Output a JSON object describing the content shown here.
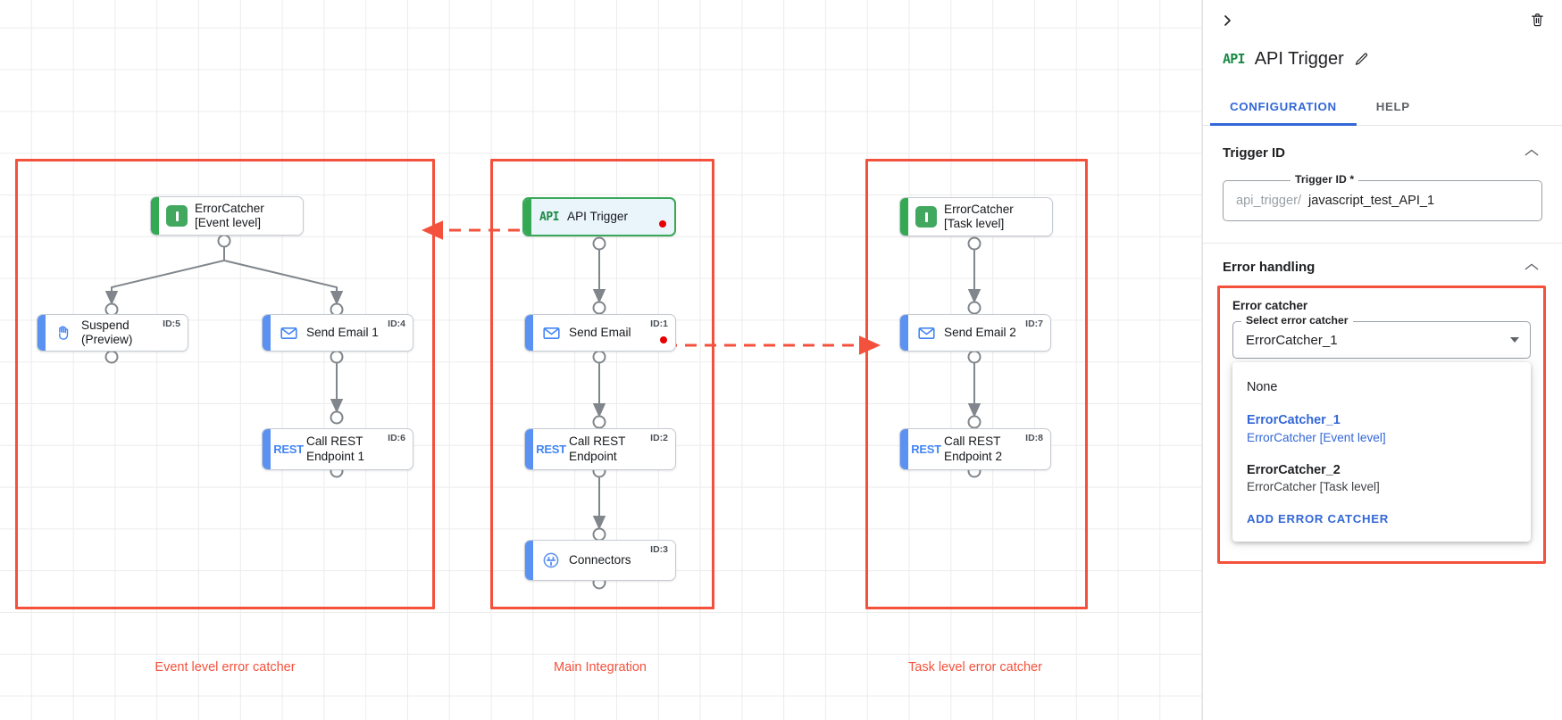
{
  "canvas": {
    "groups": [
      {
        "name": "event-level-group",
        "label": "Event level error catcher"
      },
      {
        "name": "main-integration-group",
        "label": "Main Integration"
      },
      {
        "name": "task-level-group",
        "label": "Task level error catcher"
      }
    ],
    "nodes": [
      {
        "id": "errorcatcher-event",
        "title": "ErrorCatcher\n[Event level]",
        "icon": "error-catcher-icon",
        "kind": "catcher",
        "idtag": "",
        "error": false
      },
      {
        "id": "suspend-preview",
        "title": "Suspend\n(Preview)",
        "icon": "hand-icon",
        "kind": "task",
        "idtag": "ID:5",
        "error": false
      },
      {
        "id": "send-email-1",
        "title": "Send Email 1",
        "icon": "envelope-icon",
        "kind": "task",
        "idtag": "ID:4",
        "error": false
      },
      {
        "id": "call-rest-endpoint-1",
        "title": "Call REST\nEndpoint 1",
        "icon": "rest-icon",
        "kind": "task",
        "idtag": "ID:6",
        "error": false
      },
      {
        "id": "api-trigger",
        "title": "API Trigger",
        "icon": "api-icon",
        "kind": "trigger",
        "idtag": "",
        "error": true
      },
      {
        "id": "send-email",
        "title": "Send Email",
        "icon": "envelope-icon",
        "kind": "task",
        "idtag": "ID:1",
        "error": true
      },
      {
        "id": "call-rest-endpoint",
        "title": "Call REST\nEndpoint",
        "icon": "rest-icon",
        "kind": "task",
        "idtag": "ID:2",
        "error": false
      },
      {
        "id": "connectors",
        "title": "Connectors",
        "icon": "connectors-icon",
        "kind": "task",
        "idtag": "ID:3",
        "error": false
      },
      {
        "id": "errorcatcher-task",
        "title": "ErrorCatcher\n[Task level]",
        "icon": "error-catcher-icon",
        "kind": "catcher",
        "idtag": "",
        "error": false
      },
      {
        "id": "send-email-2",
        "title": "Send Email 2",
        "icon": "envelope-icon",
        "kind": "task",
        "idtag": "ID:7",
        "error": false
      },
      {
        "id": "call-rest-endpoint-2",
        "title": "Call REST\nEndpoint 2",
        "icon": "rest-icon",
        "kind": "task",
        "idtag": "ID:8",
        "error": false
      }
    ],
    "icon_text": {
      "rest": "REST",
      "api": "API"
    },
    "colors": {
      "group_border": "#f4513c",
      "group_label": "#f4513c",
      "task_stripe": "#5b91f0",
      "catcher_stripe": "#34a853",
      "trigger_border": "#3aa85a",
      "trigger_fill": "#eaf5fb",
      "error_dot": "#e60000",
      "edge": "#80868b",
      "grid": "#ececec"
    }
  },
  "panel": {
    "collapse_icon": "chevron-right-icon",
    "delete_icon": "trash-icon",
    "badge": "API",
    "title": "API Trigger",
    "edit_icon": "pencil-icon",
    "tabs": [
      {
        "label": "CONFIGURATION",
        "active": true
      },
      {
        "label": "HELP",
        "active": false
      }
    ],
    "trigger_id_section": {
      "heading": "Trigger ID",
      "collapse_caret": "^",
      "field_label": "Trigger ID *",
      "prefix": "api_trigger/",
      "value": "javascript_test_API_1"
    },
    "error_handling_section": {
      "heading": "Error handling",
      "collapse_caret": "^",
      "group_label": "Error catcher",
      "select_label": "Select error catcher",
      "select_value": "ErrorCatcher_1",
      "options": [
        {
          "primary": "None",
          "secondary": "",
          "selected": false,
          "bold": false
        },
        {
          "primary": "ErrorCatcher_1",
          "secondary": "ErrorCatcher [Event level]",
          "selected": true,
          "bold": true
        },
        {
          "primary": "ErrorCatcher_2",
          "secondary": "ErrorCatcher [Task level]",
          "selected": false,
          "bold": true
        }
      ],
      "action_label": "ADD ERROR CATCHER"
    },
    "accent": "#3367d6"
  }
}
